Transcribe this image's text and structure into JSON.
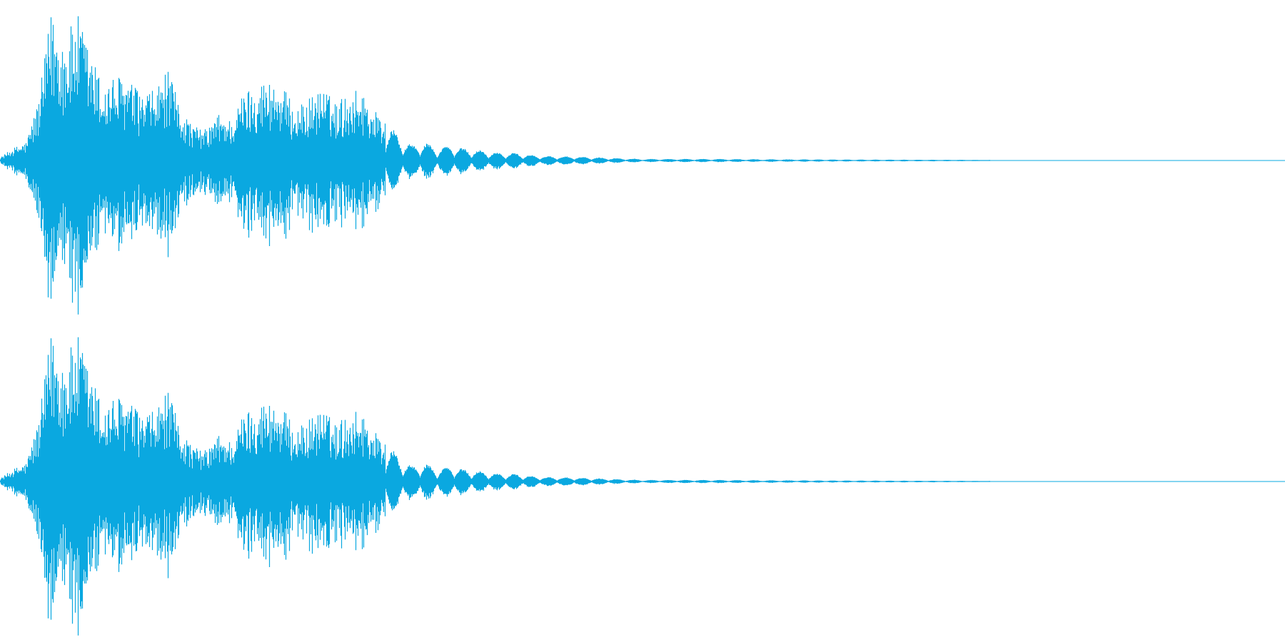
{
  "chart_data": {
    "type": "area",
    "title": "",
    "xlabel": "",
    "ylabel": "",
    "grid": false,
    "legend": "none",
    "color": "#0aa8e0",
    "xlim": [
      0,
      1
    ],
    "ylim": [
      -1,
      1
    ],
    "x": [
      0.0,
      0.01,
      0.02,
      0.03,
      0.04,
      0.05,
      0.06,
      0.07,
      0.08,
      0.09,
      0.1,
      0.11,
      0.12,
      0.13,
      0.14,
      0.15,
      0.16,
      0.17,
      0.18,
      0.19,
      0.2,
      0.21,
      0.22,
      0.23,
      0.24,
      0.25,
      0.26,
      0.27,
      0.28,
      0.29,
      0.3,
      0.31,
      0.32,
      0.33,
      0.34,
      0.35,
      0.36,
      0.37,
      0.38,
      0.39,
      0.4,
      0.42,
      0.45,
      0.48,
      0.5,
      0.55,
      0.6,
      0.65,
      0.7,
      0.75,
      0.77,
      0.78,
      1.0
    ],
    "series": [
      {
        "values": [
          0.02,
          0.08,
          0.12,
          0.4,
          0.98,
          0.78,
          0.94,
          0.7,
          0.48,
          0.55,
          0.52,
          0.42,
          0.45,
          0.58,
          0.35,
          0.22,
          0.2,
          0.3,
          0.26,
          0.45,
          0.5,
          0.52,
          0.47,
          0.33,
          0.4,
          0.47,
          0.38,
          0.42,
          0.47,
          0.34,
          0.25,
          0.16,
          0.1,
          0.12,
          0.08,
          0.1,
          0.08,
          0.07,
          0.06,
          0.05,
          0.05,
          0.03,
          0.025,
          0.015,
          0.01,
          0.01,
          0.008,
          0.006,
          0.005,
          0.004,
          0.003,
          0.002,
          0.002
        ]
      },
      {
        "values": [
          0.02,
          0.08,
          0.12,
          0.4,
          0.98,
          0.78,
          0.94,
          0.7,
          0.48,
          0.55,
          0.52,
          0.42,
          0.45,
          0.58,
          0.35,
          0.22,
          0.2,
          0.3,
          0.26,
          0.45,
          0.5,
          0.52,
          0.47,
          0.33,
          0.4,
          0.47,
          0.38,
          0.42,
          0.47,
          0.34,
          0.25,
          0.16,
          0.1,
          0.12,
          0.08,
          0.1,
          0.08,
          0.07,
          0.06,
          0.05,
          0.05,
          0.03,
          0.025,
          0.015,
          0.01,
          0.01,
          0.008,
          0.006,
          0.005,
          0.004,
          0.003,
          0.002,
          0.002
        ]
      }
    ]
  }
}
